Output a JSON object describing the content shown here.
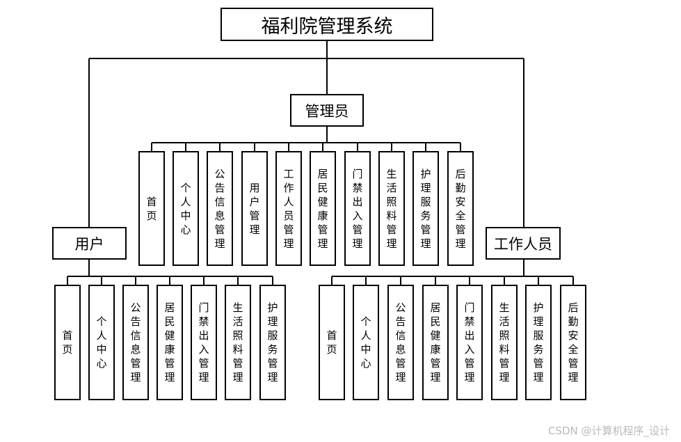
{
  "title": "福利院管理系统",
  "roles": {
    "admin": {
      "label": "管理员",
      "modules": [
        "首页",
        "个人中心",
        "公告信息管理",
        "用户管理",
        "工作人员管理",
        "居民健康管理",
        "门禁出入管理",
        "生活照料管理",
        "护理服务管理",
        "后勤安全管理"
      ]
    },
    "user": {
      "label": "用户",
      "modules": [
        "首页",
        "个人中心",
        "公告信息管理",
        "居民健康管理",
        "门禁出入管理",
        "生活照料管理",
        "护理服务管理"
      ]
    },
    "worker": {
      "label": "工作人员",
      "modules": [
        "首页",
        "个人中心",
        "公告信息管理",
        "居民健康管理",
        "门禁出入管理",
        "生活照料管理",
        "护理服务管理",
        "后勤安全管理"
      ]
    }
  },
  "watermark": "CSDN @计算机程序_设计"
}
